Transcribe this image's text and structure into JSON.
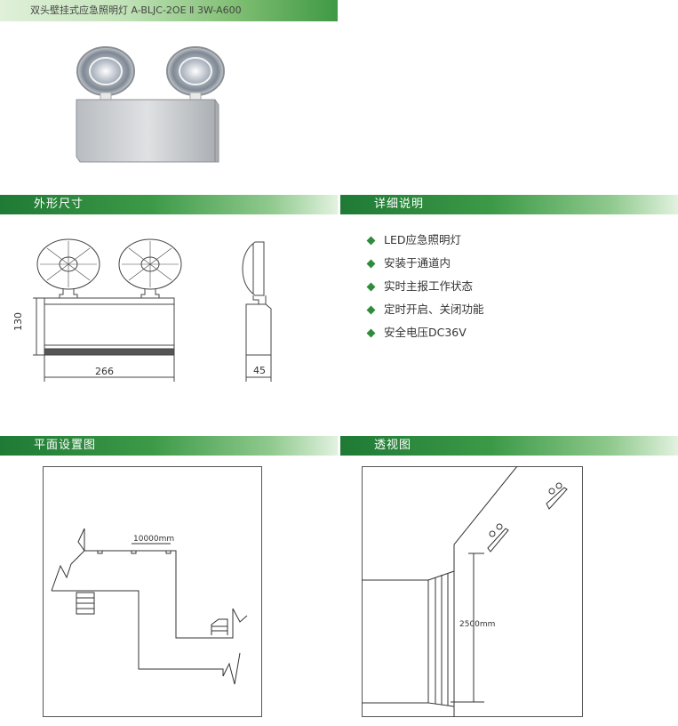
{
  "product": {
    "title": "双头壁挂式应急照明灯  A-BLJC-2OE Ⅱ 3W-A600"
  },
  "sections": {
    "dimensions": "外形尺寸",
    "details": "详细说明",
    "floor_plan": "平面设置图",
    "perspective": "透视图"
  },
  "dimensions": {
    "height": "130",
    "width": "266",
    "depth": "45"
  },
  "details": {
    "items": [
      "LED应急照明灯",
      "安装于通道内",
      "实时主报工作状态",
      "定时开启、关闭功能",
      "安全电压DC36V"
    ]
  },
  "floor_plan": {
    "spacing_label": "10000mm"
  },
  "perspective": {
    "height_label": "2500mm"
  },
  "colors": {
    "green_dark": "#1f7a35",
    "green_light": "#e2f2df"
  }
}
